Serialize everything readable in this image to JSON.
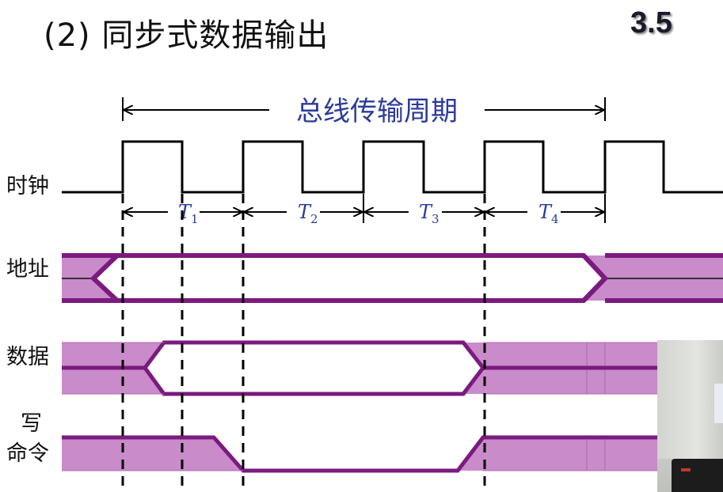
{
  "title": "(2) 同步式数据输出",
  "section_number": "3.5",
  "bus_cycle_label": "总线传输周期",
  "signals": [
    {
      "id": "clock",
      "label": "时钟"
    },
    {
      "id": "address",
      "label": "地址"
    },
    {
      "id": "data",
      "label": "数据"
    },
    {
      "id": "write",
      "label": "写\n命令"
    }
  ],
  "write_label_line1": "写",
  "write_label_line2": "命令",
  "periods": [
    {
      "name": "T",
      "sub": "1"
    },
    {
      "name": "T",
      "sub": "2"
    },
    {
      "name": "T",
      "sub": "3"
    },
    {
      "name": "T",
      "sub": "4"
    }
  ],
  "colors": {
    "signal_line": "#7b1a7f",
    "signal_fill": "#c98bc9",
    "clock_line": "#000000",
    "bus_label": "#2b3a9a",
    "period_label": "#2b3a9a"
  }
}
